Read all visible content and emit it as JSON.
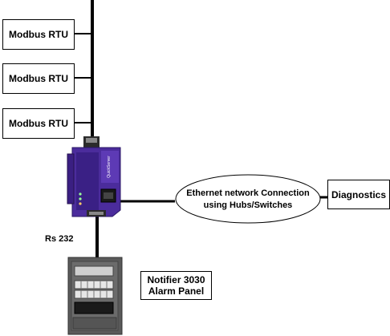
{
  "devices": {
    "rtus": [
      {
        "label": "Modbus RTU"
      },
      {
        "label": "Modbus RTU"
      },
      {
        "label": "Modbus RTU"
      }
    ],
    "gateway": {
      "brand_text": "QuickServer"
    },
    "network": {
      "line1": "Ethernet network Connection",
      "line2": "using Hubs/Switches"
    },
    "diagnostics": {
      "label": "Diagnostics"
    },
    "serial": {
      "label": "Rs 232"
    },
    "panel": {
      "line1": "Notifier 3030",
      "line2": "Alarm Panel"
    }
  },
  "colors": {
    "gateway_body": "#4b2c9c",
    "panel_body": "#5a5a5a",
    "line": "#000000"
  }
}
